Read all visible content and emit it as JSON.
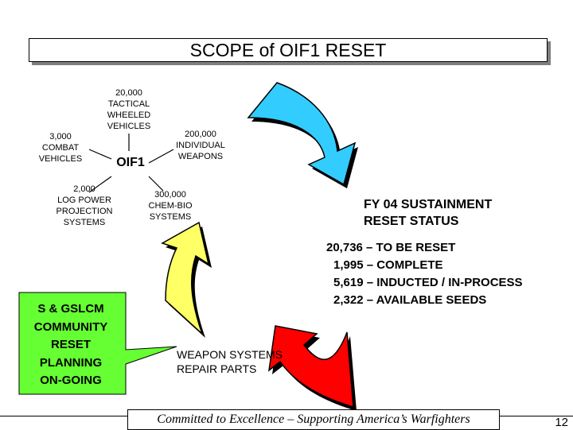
{
  "title": "SCOPE of OIF1 RESET",
  "hub": {
    "label": "OIF1",
    "spokes": {
      "tactical_wheeled": [
        "20,000",
        "TACTICAL",
        "WHEELED",
        "VEHICLES"
      ],
      "combat": [
        "3,000",
        "COMBAT",
        "VEHICLES"
      ],
      "individual_weapons": [
        "200,000",
        "INDIVIDUAL",
        "WEAPONS"
      ],
      "log_power": [
        "2,000",
        "LOG POWER",
        "PROJECTION",
        "SYSTEMS"
      ],
      "chem_bio": [
        "300,000",
        "CHEM-BIO",
        "SYSTEMS"
      ]
    }
  },
  "status": {
    "heading": [
      "FY 04 SUSTAINMENT",
      "RESET STATUS"
    ],
    "lines": [
      "20,736 – TO BE RESET",
      "1,995 – COMPLETE",
      "5,619 – INDUCTED / IN-PROCESS",
      "2,322 – AVAILABLE SEEDS"
    ]
  },
  "callout": [
    "S & GSLCM",
    "COMMUNITY",
    "RESET",
    "PLANNING",
    "ON-GOING"
  ],
  "repair_parts": [
    "WEAPON SYSTEMS",
    "REPAIR PARTS"
  ],
  "footer": {
    "text": "Committed to Excellence – Supporting America’s Warfighters",
    "page": "12"
  },
  "colors": {
    "arrow_blue": "#33ccff",
    "arrow_red": "#ff0000",
    "arrow_yellow": "#ffff66",
    "callout_green": "#66ff33",
    "title_shadow": "#7f7f7f"
  }
}
